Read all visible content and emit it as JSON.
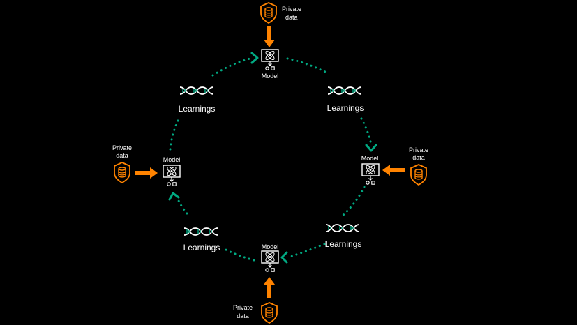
{
  "diagram": {
    "nodes": {
      "top": {
        "model_label": "Model",
        "private_data_label": [
          "Private",
          "data"
        ]
      },
      "right": {
        "model_label": "Model",
        "private_data_label": [
          "Private",
          "data"
        ]
      },
      "bottom": {
        "model_label": "Model",
        "private_data_label": [
          "Private",
          "data"
        ]
      },
      "left": {
        "model_label": "Model",
        "private_data_label": [
          "Private",
          "data"
        ]
      }
    },
    "learnings": {
      "top_left": "Learnings",
      "top_right": "Learnings",
      "bottom_right": "Learnings",
      "bottom_left": "Learnings"
    },
    "colors": {
      "background": "#000000",
      "accent_orange": "#ff8300",
      "accent_green": "#01a982",
      "text": "#ffffff"
    },
    "icons": {
      "model": "model-icon",
      "private_data": "database-shield-icon",
      "learnings": "dna-icon"
    }
  }
}
